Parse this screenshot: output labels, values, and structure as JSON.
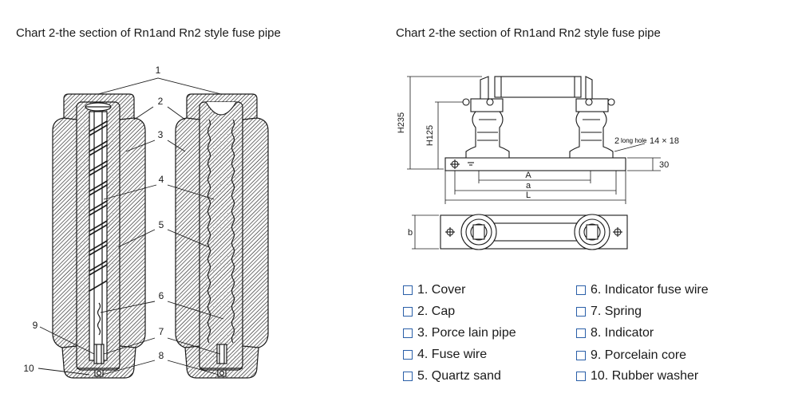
{
  "titles": {
    "left": "Chart 2-the section of Rn1and Rn2 style fuse pipe",
    "right": "Chart 2-the section of Rn1and Rn2 style fuse pipe"
  },
  "callouts": [
    "1",
    "2",
    "3",
    "4",
    "5",
    "6",
    "7",
    "8",
    "9",
    "10"
  ],
  "dimensions": {
    "h235": "H235",
    "h125": "H125",
    "hole_prefix": "2",
    "hole_small": "long hole",
    "hole_size": "14 × 18",
    "thickness": "30",
    "A": "A",
    "a": "a",
    "L": "L",
    "b": "b"
  },
  "legend": [
    {
      "num": "1.",
      "text": "Cover"
    },
    {
      "num": "2.",
      "text": "Cap"
    },
    {
      "num": "3.",
      "text": "Porce lain pipe"
    },
    {
      "num": "4.",
      "text": "Fuse wire"
    },
    {
      "num": "5.",
      "text": "Quartz sand"
    },
    {
      "num": "6.",
      "text": "Indicator fuse wire"
    },
    {
      "num": "7.",
      "text": "Spring"
    },
    {
      "num": "8.",
      "text": "Indicator"
    },
    {
      "num": "9.",
      "text": "Porcelain core"
    },
    {
      "num": "10.",
      "text": "Rubber washer"
    }
  ],
  "colors": {
    "stroke": "#1a1a1a",
    "checkbox": "#2a5fa8"
  }
}
